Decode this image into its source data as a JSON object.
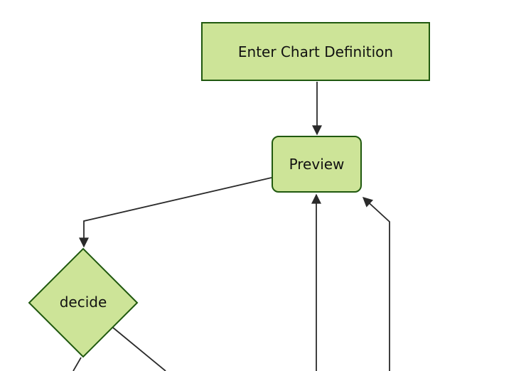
{
  "diagram": {
    "kind": "flowchart",
    "nodes": [
      {
        "id": "enter-chart-definition",
        "label": "Enter Chart Definition",
        "shape": "rectangle"
      },
      {
        "id": "preview",
        "label": "Preview",
        "shape": "rounded-rectangle"
      },
      {
        "id": "decide",
        "label": "decide",
        "shape": "diamond"
      }
    ],
    "edges": [
      {
        "from": "enter-chart-definition",
        "to": "preview",
        "arrowhead": true
      },
      {
        "from": "preview",
        "to": "decide",
        "arrowhead": true
      },
      {
        "from": "offscreen-bottom",
        "to": "preview",
        "arrowhead": true
      },
      {
        "from": "offscreen-bottom-right",
        "to": "preview",
        "arrowhead": true
      },
      {
        "from": "decide",
        "to": "offscreen-bottom-left",
        "arrowhead": false
      },
      {
        "from": "decide",
        "to": "offscreen-bottom-right",
        "arrowhead": false
      }
    ],
    "colors": {
      "node_fill": "#cde498",
      "node_border": "#20590f",
      "edge_line": "#2a2a2a",
      "text": "#111111",
      "background": "#ffffff"
    }
  }
}
